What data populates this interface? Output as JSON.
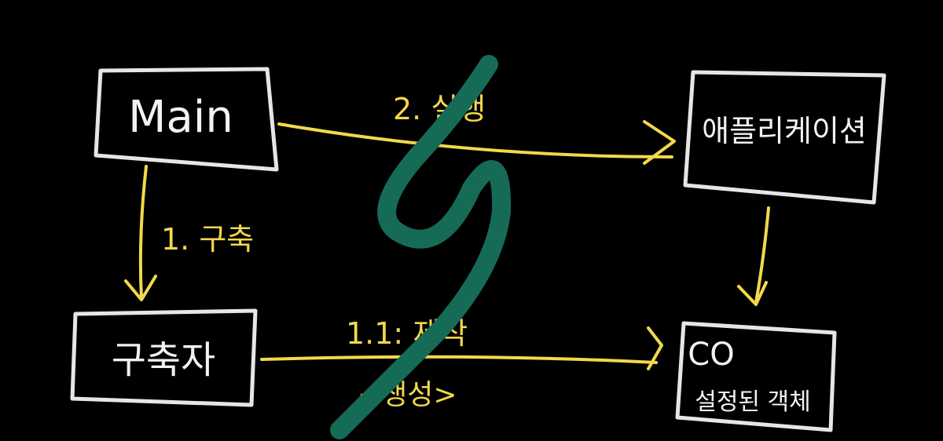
{
  "nodes": {
    "main": {
      "label": "Main"
    },
    "application": {
      "label": "애플리케이션"
    },
    "builder": {
      "label": "구축자"
    },
    "configured_object": {
      "line1": "CO",
      "line2": "설정된 객체"
    }
  },
  "edges": {
    "build": {
      "label": "1. 구축"
    },
    "run": {
      "label": "2. 실행"
    },
    "create": {
      "label": "1.1: 제작",
      "sublabel": "<생성>"
    }
  },
  "colors": {
    "background": "#000000",
    "box_stroke": "#e6e6e6",
    "arrow": "#f3d84a",
    "squiggle": "#166b57"
  }
}
